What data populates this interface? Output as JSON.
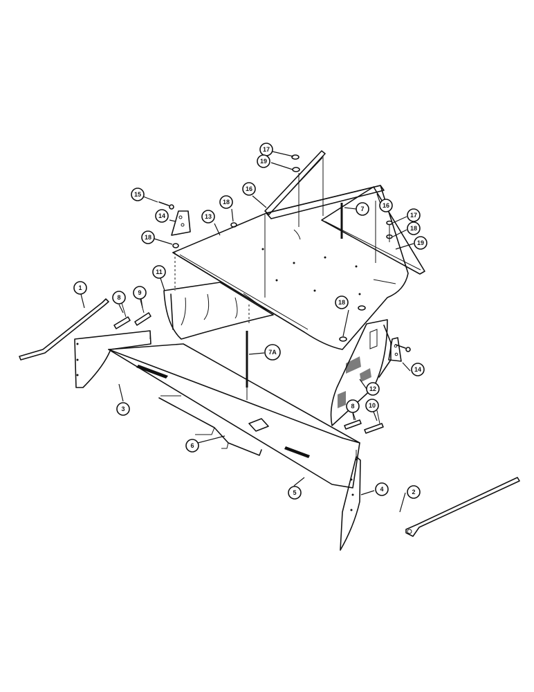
{
  "diagram": {
    "callouts": [
      {
        "id": "c1",
        "label": "1",
        "part": "rod-left"
      },
      {
        "id": "c2",
        "label": "2",
        "part": "rod-right"
      },
      {
        "id": "c3",
        "label": "3",
        "part": "side-panel-left"
      },
      {
        "id": "c4",
        "label": "4",
        "part": "side-panel-right"
      },
      {
        "id": "c5",
        "label": "5",
        "part": "lower-front-panel"
      },
      {
        "id": "c6",
        "label": "6",
        "part": "bracket-strips"
      },
      {
        "id": "c7",
        "label": "7",
        "part": "vertical-rod"
      },
      {
        "id": "c7a",
        "label": "7A",
        "part": "vertical-rod-lower"
      },
      {
        "id": "c8a",
        "label": "8",
        "part": "clip-left"
      },
      {
        "id": "c8b",
        "label": "8",
        "part": "clip-right"
      },
      {
        "id": "c9",
        "label": "9",
        "part": "clip-left-b"
      },
      {
        "id": "c10",
        "label": "10",
        "part": "clip-right-b"
      },
      {
        "id": "c11",
        "label": "11",
        "part": "curved-deflector-left"
      },
      {
        "id": "c12",
        "label": "12",
        "part": "curved-deflector-right"
      },
      {
        "id": "c13",
        "label": "13",
        "part": "top-deck"
      },
      {
        "id": "c14a",
        "label": "14",
        "part": "mount-plate-left"
      },
      {
        "id": "c14b",
        "label": "14",
        "part": "mount-plate-right"
      },
      {
        "id": "c15",
        "label": "15",
        "part": "bolt"
      },
      {
        "id": "c16a",
        "label": "16",
        "part": "rail-left"
      },
      {
        "id": "c16b",
        "label": "16",
        "part": "rail-right"
      },
      {
        "id": "c17a",
        "label": "17",
        "part": "screw-top"
      },
      {
        "id": "c17b",
        "label": "17",
        "part": "screw-right"
      },
      {
        "id": "c18a",
        "label": "18",
        "part": "washer"
      },
      {
        "id": "c18b",
        "label": "18",
        "part": "washer-left"
      },
      {
        "id": "c18c",
        "label": "18",
        "part": "washer-right"
      },
      {
        "id": "c18d",
        "label": "18",
        "part": "washer-lower"
      },
      {
        "id": "c19a",
        "label": "19",
        "part": "nut-top"
      },
      {
        "id": "c19b",
        "label": "19",
        "part": "nut-right"
      }
    ]
  }
}
